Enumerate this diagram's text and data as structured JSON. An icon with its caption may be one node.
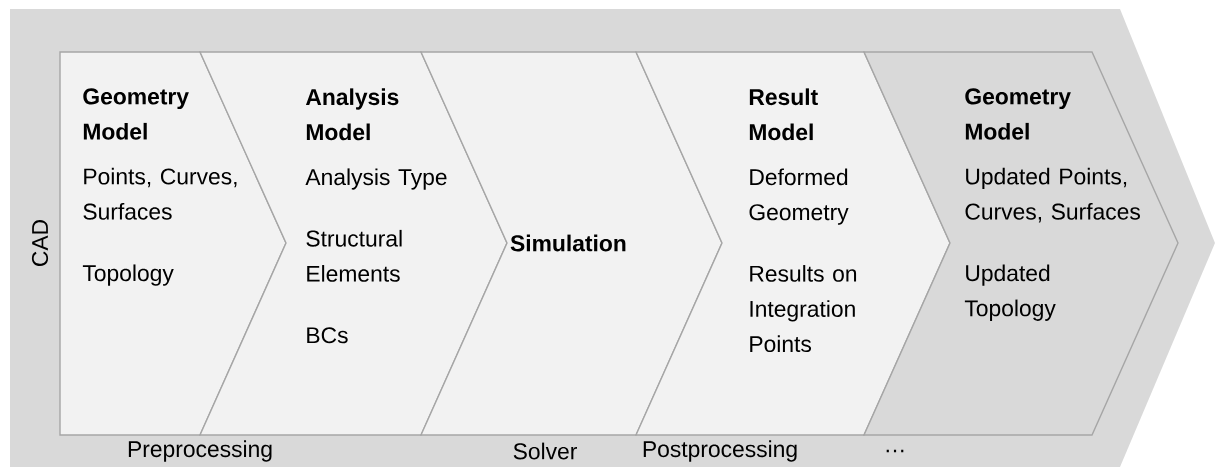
{
  "diagram": {
    "nodes": [
      {
        "text": [
          "CAD"
        ]
      },
      {
        "text": [
          "Geometry Model",
          "Points, Curves, Surfaces",
          "Topology"
        ],
        "in": 0
      },
      {
        "text": [
          "Analysis Model",
          "Analysis Type",
          "Structural Elements",
          "BCs"
        ],
        "in": 0
      },
      {
        "text": [
          "Simulation"
        ],
        "in": 0
      },
      {
        "text": [
          "Result Model",
          "Deformed Geometry",
          "Results on Integration Points"
        ],
        "in": 0
      },
      {
        "text": [
          "Geometry Model",
          "Updated Points, Curves, Surfaces",
          "Updated Topology"
        ],
        "in": 0
      }
    ],
    "labels": [
      "Preprocessing",
      "Solver",
      "Postprocessing",
      "…"
    ]
  }
}
